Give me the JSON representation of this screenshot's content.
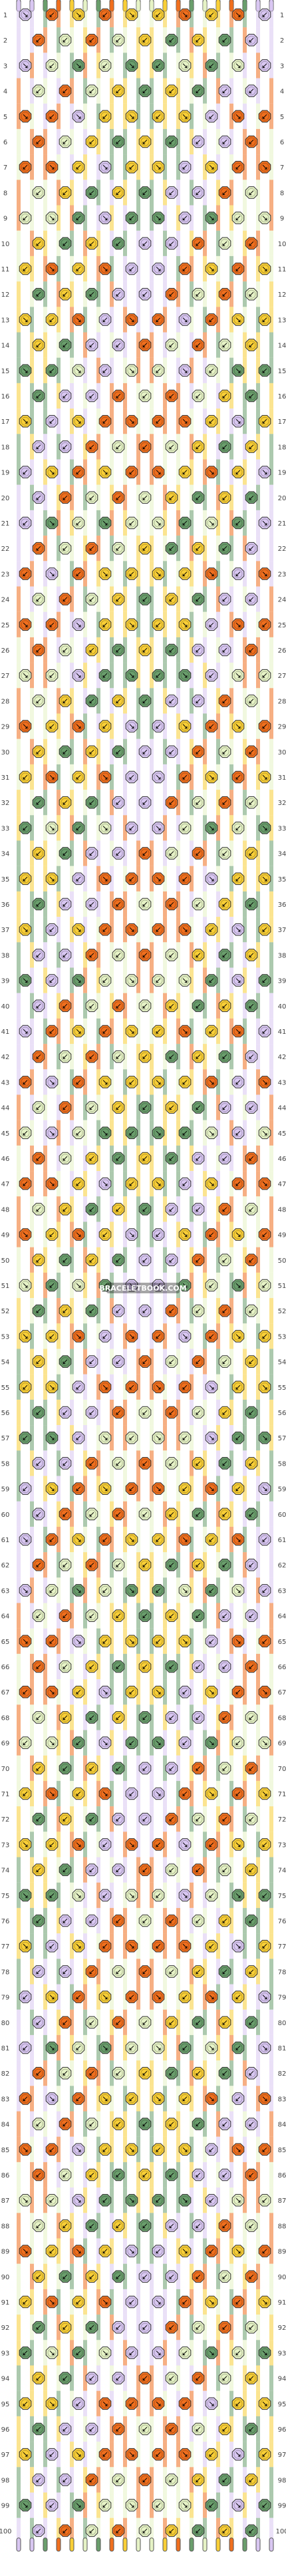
{
  "watermark": "BRACELETBOOK.COM",
  "palette": {
    "A": "#d9c7f2",
    "B": "#6a9e6c",
    "C": "#f06f1e",
    "D": "#f9cf37",
    "E": "#e6f3c6"
  },
  "strings_top": [
    "A",
    "A",
    "B",
    "C",
    "D",
    "E",
    "B",
    "C",
    "D",
    "E",
    "E",
    "D",
    "C",
    "B",
    "E",
    "D",
    "C",
    "B",
    "A",
    "A"
  ],
  "row_count": 100,
  "row_labels": [
    "1",
    "2",
    "3",
    "4",
    "5",
    "6",
    "7",
    "8",
    "9",
    "10",
    "11",
    "12",
    "13",
    "14",
    "15",
    "16",
    "17",
    "18",
    "19",
    "20",
    "21",
    "22",
    "23",
    "24",
    "25",
    "26",
    "27",
    "28",
    "29",
    "30",
    "31",
    "32",
    "33",
    "34",
    "35",
    "36",
    "37",
    "38",
    "39",
    "40",
    "41",
    "42",
    "43",
    "44",
    "45",
    "46",
    "47",
    "48",
    "49",
    "50",
    "51",
    "52",
    "53",
    "54",
    "55",
    "56",
    "57",
    "58",
    "59",
    "60",
    "61",
    "62",
    "63",
    "64",
    "65",
    "66",
    "67",
    "68",
    "69",
    "70",
    "71",
    "72",
    "73",
    "74",
    "75",
    "76",
    "77",
    "78",
    "79",
    "80",
    "81",
    "82",
    "83",
    "84",
    "85",
    "86",
    "87",
    "88",
    "89",
    "90",
    "91",
    "92",
    "93",
    "94",
    "95",
    "96",
    "97",
    "98",
    "99",
    "100"
  ],
  "knot_glyphs": {
    "forward": "↘",
    "backward": "↙",
    "forward_backward": "↘↗",
    "backward_forward": "↙↖"
  },
  "icons": {
    "knot": "knot-icon",
    "string_end": "string-end-icon"
  }
}
